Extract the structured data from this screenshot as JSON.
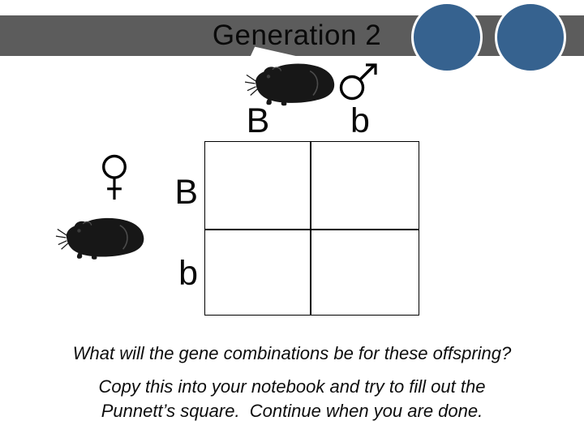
{
  "slide": {
    "title": "Generation 2",
    "question": "What will the gene combinations be for these offspring?",
    "instruction_line_1": "Copy this into your notebook and try to fill out the",
    "instruction_line_2": "Punnett’s square.  Continue when you are done."
  },
  "punnett": {
    "father_symbol": "♂",
    "mother_symbol": "♀",
    "father_alleles": [
      "B",
      "b"
    ],
    "mother_alleles": [
      "B",
      "b"
    ],
    "cells": {
      "r1c1": "",
      "r1c2": "",
      "r2c1": "",
      "r2c2": ""
    }
  },
  "icons": {
    "male_guinea_pig": "black-guinea-pig-silhouette",
    "female_guinea_pig": "black-guinea-pig-silhouette",
    "male_symbol_icon": "mars-male-symbol",
    "female_symbol_icon": "venus-female-symbol",
    "decorative_circles": "template-nav-circles"
  },
  "colors": {
    "banner_gray": "#5c5c5c",
    "circle_blue": "#36628f",
    "circle_ring_white": "#ffffff",
    "ink_black": "#000000"
  }
}
